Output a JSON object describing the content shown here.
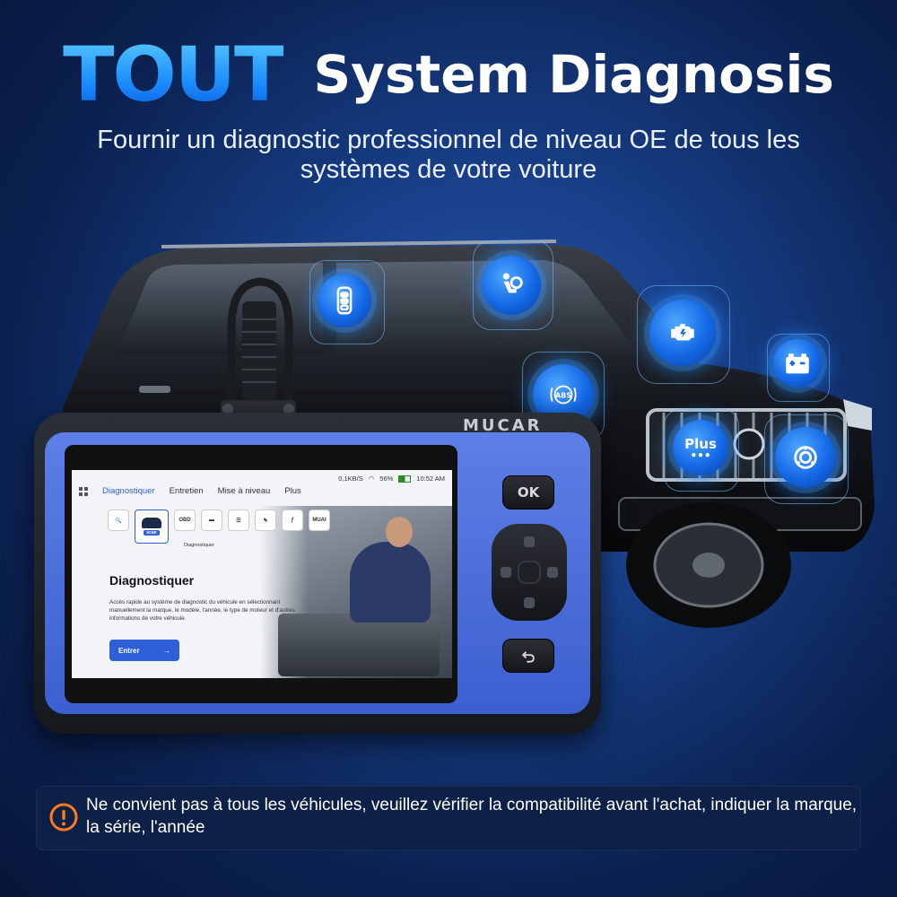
{
  "headline": {
    "accent": "TOUT",
    "rest": "System Diagnosis"
  },
  "subtitle": "Fournir un diagnostic professionnel de niveau OE de tous les systèmes de votre voiture",
  "features": [
    {
      "id": "key",
      "icon": "car-key-icon"
    },
    {
      "id": "airbag",
      "icon": "airbag-icon"
    },
    {
      "id": "engine",
      "icon": "engine-icon"
    },
    {
      "id": "battery",
      "icon": "battery-icon"
    },
    {
      "id": "abs",
      "icon": "abs-icon",
      "label": "ABS"
    },
    {
      "id": "plus",
      "icon": "plus-icon",
      "label": "Plus"
    },
    {
      "id": "tpms",
      "icon": "tpms-icon"
    }
  ],
  "device": {
    "brand": "MUCAR",
    "ok_label": "OK",
    "back_icon": "back-arrow-icon",
    "screen": {
      "status": {
        "speed": "0,1KB/S",
        "battery": "56%",
        "time": "10:52 AM"
      },
      "tabs": [
        "Diagnostiquer",
        "Entretien",
        "Mise à niveau",
        "Plus"
      ],
      "active_tab": "Diagnostiquer",
      "apps": [
        {
          "label": "",
          "icon": "magnifier-icon"
        },
        {
          "label": "scan",
          "icon": "scan-car-icon"
        },
        {
          "label": "OBD",
          "icon": "obd-icon"
        },
        {
          "label": "",
          "icon": "tool-icon"
        },
        {
          "label": "",
          "icon": "report-icon"
        },
        {
          "label": "",
          "icon": "edit-icon"
        },
        {
          "label": "",
          "icon": "wrench-icon"
        },
        {
          "label": "MUAI",
          "icon": "muai-icon"
        }
      ],
      "app_caption": "Diagnostiquer",
      "title": "Diagnostiquer",
      "description": "Accès rapide au système de diagnostic du véhicule en sélectionnant manuellement la marque, le modèle, l'année, le type de moteur et d'autres informations de votre véhicule.",
      "enter_button": "Entrer"
    }
  },
  "notice": {
    "icon": "warning-icon",
    "text": "Ne convient pas à tous les véhicules, veuillez vérifier la compatibilité avant l'achat, indiquer la marque, la série, l'année"
  },
  "colors": {
    "accent": "#1a8cff",
    "device_blue": "#3b5fcf",
    "background": "#173d85"
  }
}
